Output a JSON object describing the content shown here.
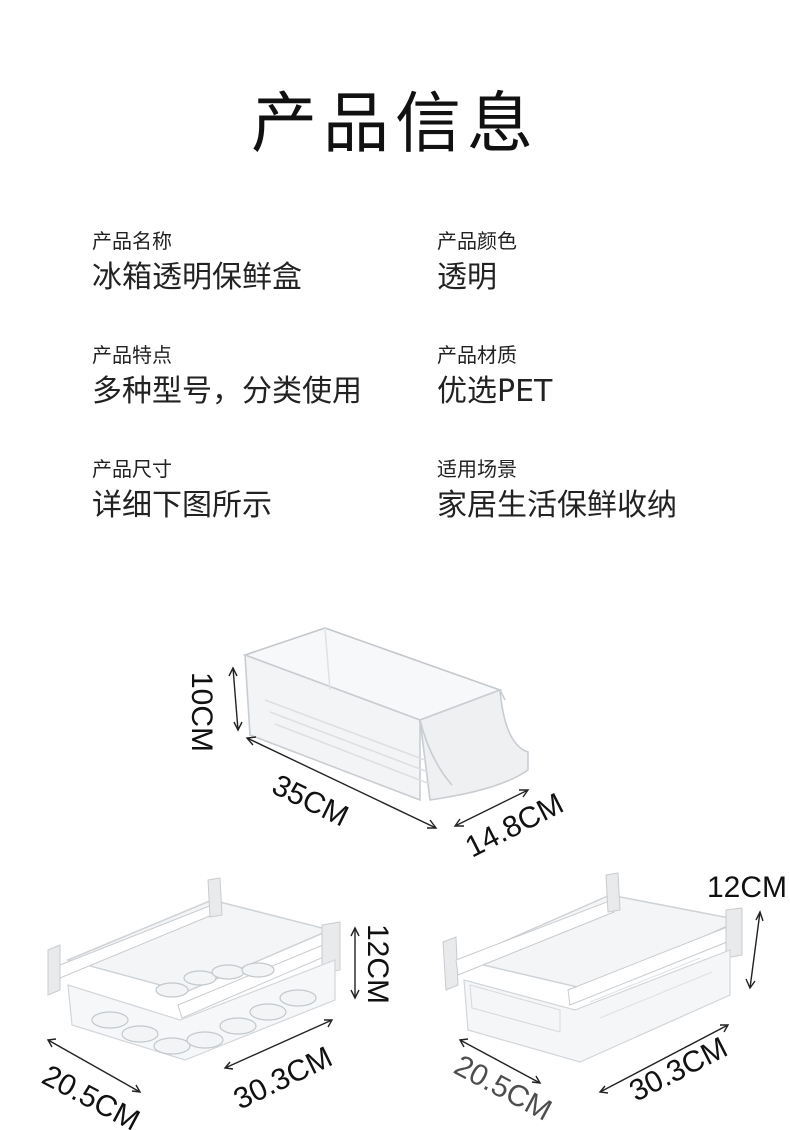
{
  "title": "产品信息",
  "info": [
    {
      "label": "产品名称",
      "value": "冰箱透明保鲜盒"
    },
    {
      "label": "产品颜色",
      "value": "透明"
    },
    {
      "label": "产品特点",
      "value": "多种型号，分类使用"
    },
    {
      "label": "产品材质",
      "value": "优选PET"
    },
    {
      "label": "产品尺寸",
      "value": "详细下图所示"
    },
    {
      "label": "适用场景",
      "value": "家居生活保鲜收纳"
    }
  ],
  "products": {
    "can_organizer": {
      "height": "10CM",
      "length": "35CM",
      "width": "14.8CM"
    },
    "egg_drawer": {
      "height": "12CM",
      "width": "20.5CM",
      "length": "30.3CM"
    },
    "pull_drawer": {
      "height": "12CM",
      "width": "20.5CM",
      "length": "30.3CM"
    }
  }
}
